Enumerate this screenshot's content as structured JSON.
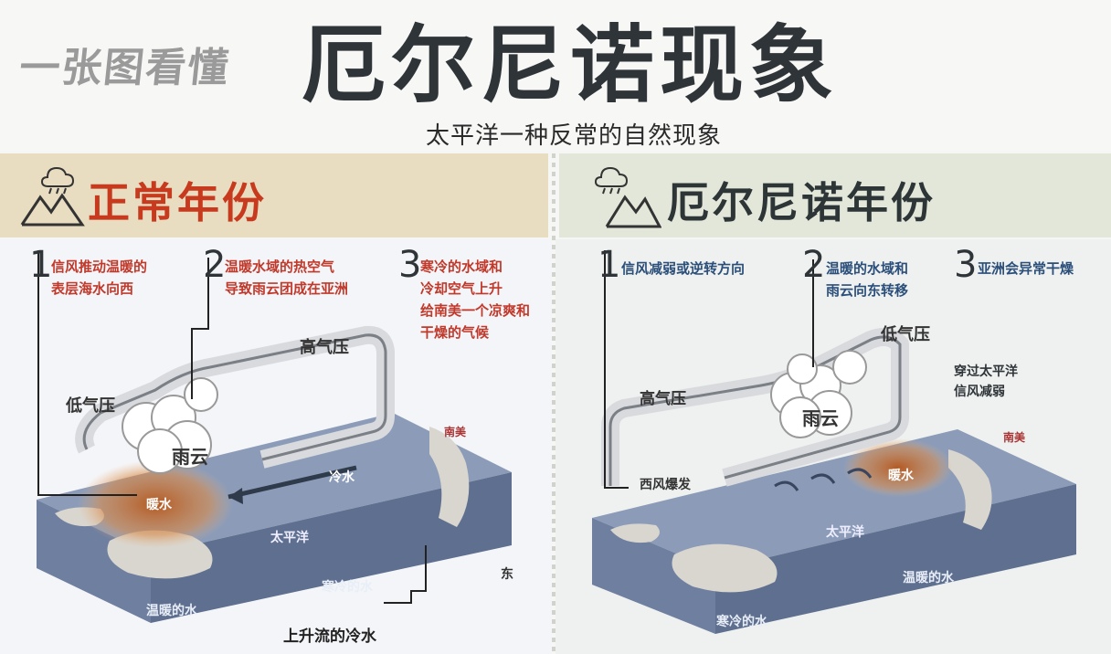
{
  "header": {
    "prefix": "一张图看懂",
    "title": "厄尔尼诺现象",
    "subtitle": "太平洋一种反常的自然现象"
  },
  "normal": {
    "title": "正常年份",
    "icon": "weather-mountain-icon",
    "steps": [
      {
        "num": "1",
        "text": "信风推动温暖的\n表层海水向西"
      },
      {
        "num": "2",
        "text": "温暖水域的热空气\n导致雨云团成在亚洲"
      },
      {
        "num": "3",
        "text": "寒冷的水域和\n冷却空气上升\n给南美一个凉爽和\n干燥的气候"
      }
    ],
    "labels": {
      "low": "低气压",
      "high": "高气压",
      "rain": "雨云",
      "warm": "暖水",
      "cold": "冷水",
      "pacific": "太平洋",
      "east": "东",
      "bottom1": "温暖的水",
      "bottom2": "寒冷的水",
      "upwelling": "上升流的冷水",
      "sa": "南美"
    }
  },
  "elnino": {
    "title": "厄尔尼诺年份",
    "icon": "weather-mountain-icon",
    "steps": [
      {
        "num": "1",
        "text": "信风减弱或逆转方向"
      },
      {
        "num": "2",
        "text": "温暖的水域和\n雨云向东转移"
      },
      {
        "num": "3",
        "text": "亚洲会异常干燥"
      }
    ],
    "labels": {
      "low": "低气压",
      "high": "高气压",
      "rain": "雨云",
      "west": "西风爆发",
      "warm": "暖水",
      "pacific": "太平洋",
      "bottom1": "寒冷的水",
      "bottom2": "温暖的水",
      "weak": "穿过太平洋\n信风减弱",
      "sa": "南美"
    }
  },
  "colors": {
    "red": "#c73a1e",
    "slab_top": "#8c9cb8",
    "slab_side": "#5f6f8f",
    "warm": "#c9661f"
  }
}
